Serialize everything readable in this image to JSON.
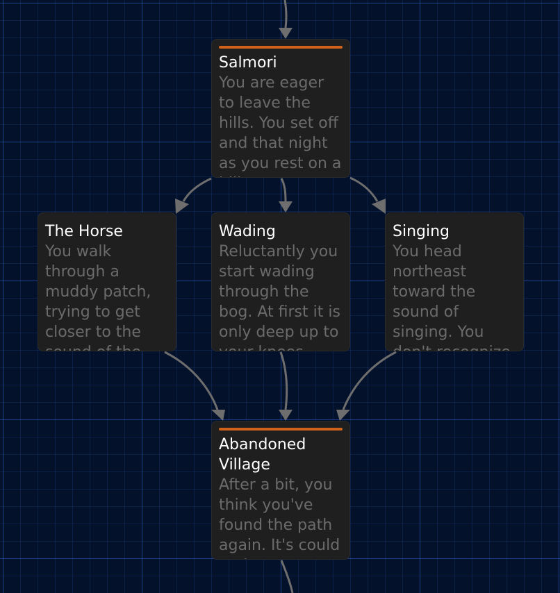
{
  "passages": [
    {
      "id": "salmori",
      "title": "Salmori",
      "excerpt": "You are eager to leave the hills. You set off and that night as you rest on a hill",
      "highlighted": true
    },
    {
      "id": "horse",
      "title": "The Horse",
      "excerpt": "You walk through a muddy patch, trying to get closer to the sound of the",
      "highlighted": false
    },
    {
      "id": "wading",
      "title": "Wading",
      "excerpt": "Reluctantly you start wading through the bog. At first it is only deep up to your knees",
      "highlighted": false
    },
    {
      "id": "singing",
      "title": "Singing",
      "excerpt": "You head northeast toward the sound of singing. You don't recognize",
      "highlighted": false
    },
    {
      "id": "village",
      "title": "Abandoned Village",
      "excerpt": "After a bit, you think you've found the path again. It's could and",
      "highlighted": true
    }
  ],
  "links": [
    {
      "from": "(offscreen above)",
      "to": "salmori"
    },
    {
      "from": "salmori",
      "to": "horse"
    },
    {
      "from": "salmori",
      "to": "wading"
    },
    {
      "from": "salmori",
      "to": "singing"
    },
    {
      "from": "horse",
      "to": "village"
    },
    {
      "from": "wading",
      "to": "village"
    },
    {
      "from": "singing",
      "to": "village"
    },
    {
      "from": "village",
      "to": "(offscreen below)"
    }
  ],
  "colors": {
    "background": "#03112a",
    "grid": "#2c58be",
    "card": "#1f1f1f",
    "highlight_bar": "#d1621a",
    "title": "#ffffff",
    "excerpt": "#6b6b6b",
    "link": "#6e6e6e"
  }
}
